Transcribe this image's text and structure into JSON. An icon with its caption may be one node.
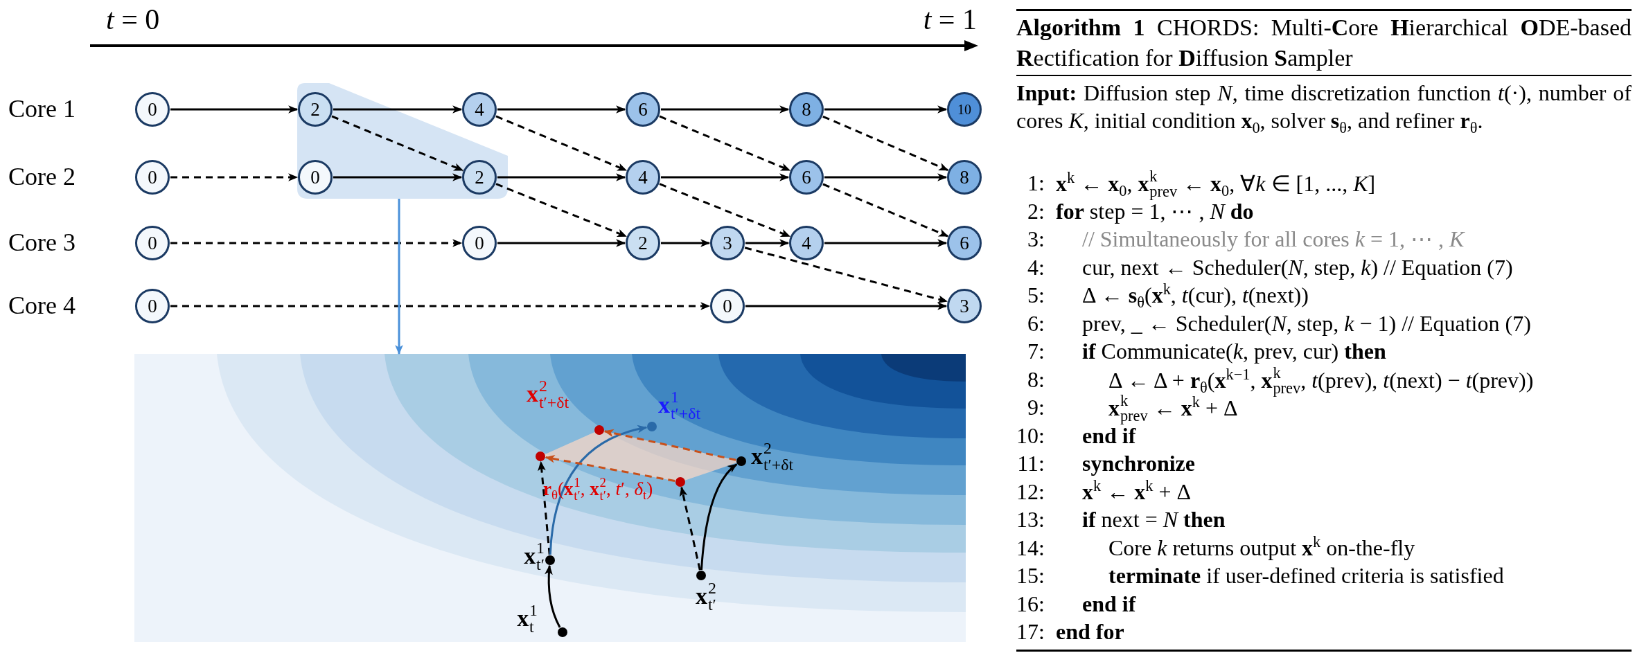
{
  "diagram": {
    "title": "**Algorithm 1** CHORDS: Multi-**C**ore **H**ierarchical **O**DE-based **R**ectification for **D**iffusion **S**ampler",
    "nodes": [
      {
        "text": [],
        "shape": "box"
      },
      {
        "text": [
          "0"
        ]
      },
      {
        "text": [
          "2"
        ],
        "in": 0
      },
      {
        "text": [
          "4"
        ]
      },
      {
        "text": [
          "6"
        ]
      },
      {
        "text": [
          "8"
        ]
      },
      {
        "text": [
          "10"
        ]
      },
      {
        "text": [
          "0"
        ]
      },
      {
        "text": [
          "0"
        ],
        "in": 0
      },
      {
        "text": [
          "2"
        ],
        "in": 0
      },
      {
        "text": [
          "4"
        ]
      },
      {
        "text": [
          "6"
        ]
      },
      {
        "text": [
          "8"
        ]
      },
      {
        "text": [
          "0"
        ]
      },
      {
        "text": [
          "0"
        ]
      },
      {
        "text": [
          "2"
        ]
      },
      {
        "text": [
          "3"
        ]
      },
      {
        "text": [
          "4"
        ]
      },
      {
        "text": [
          "6"
        ]
      },
      {
        "text": [
          "0"
        ]
      },
      {
        "text": [
          "0"
        ]
      },
      {
        "text": [
          "3"
        ]
      },
      {
        "text": [],
        "shape": "picture"
      },
      {
        "text": [],
        "shape": "circle",
        "in": 22,
        "beside": [
          "**x**$^{2}$$_{t′+δt}$"
        ]
      },
      {
        "text": [],
        "shape": "circle",
        "in": 22,
        "beside": [
          "**x**$^{1}$$_{t′+δt}$"
        ]
      },
      {
        "text": [],
        "shape": "circle",
        "in": 22
      },
      {
        "text": [],
        "shape": "circle",
        "in": 22,
        "beside": [
          "**x**$^{2}$$_{t′+δt}$"
        ]
      },
      {
        "text": [],
        "shape": "circle",
        "in": 22
      },
      {
        "text": [],
        "shape": "circle",
        "in": 22,
        "beside": [
          "**x**$^{1}$$_{t′}$"
        ]
      },
      {
        "text": [],
        "shape": "circle",
        "in": 22,
        "beside": [
          "**x**$^{2}$$_{t′}$"
        ]
      },
      {
        "text": [],
        "shape": "circle",
        "in": 22,
        "beside": [
          "**x**$^{1}$$_{t}$"
        ]
      }
    ],
    "edges": [
      {
        "from": 1,
        "to": 2,
        "arrow": "to"
      },
      {
        "from": 2,
        "to": 3,
        "arrow": "to"
      },
      {
        "from": 3,
        "to": 4,
        "arrow": "to"
      },
      {
        "from": 4,
        "to": 5,
        "arrow": "to"
      },
      {
        "from": 5,
        "to": 6,
        "arrow": "to"
      },
      {
        "from": 2,
        "to": 9,
        "arrow": "to",
        "style": "dashed"
      },
      {
        "from": 3,
        "to": 10,
        "arrow": "to",
        "style": "dashed"
      },
      {
        "from": 4,
        "to": 11,
        "arrow": "to",
        "style": "dashed"
      },
      {
        "from": 5,
        "to": 12,
        "arrow": "to",
        "style": "dashed"
      },
      {
        "from": 7,
        "to": 8,
        "arrow": "to",
        "style": "dashed"
      },
      {
        "from": 8,
        "to": 9,
        "arrow": "to"
      },
      {
        "from": 9,
        "to": 10,
        "arrow": "to"
      },
      {
        "from": 10,
        "to": 11,
        "arrow": "to"
      },
      {
        "from": 11,
        "to": 12,
        "arrow": "to"
      },
      {
        "from": 9,
        "to": 15,
        "arrow": "to",
        "style": "dashed"
      },
      {
        "from": 10,
        "to": 17,
        "arrow": "to",
        "style": "dashed"
      },
      {
        "from": 11,
        "to": 18,
        "arrow": "to",
        "style": "dashed"
      },
      {
        "from": 13,
        "to": 14,
        "arrow": "to",
        "style": "dashed"
      },
      {
        "from": 14,
        "to": 15,
        "arrow": "to"
      },
      {
        "from": 15,
        "to": 16,
        "arrow": "to"
      },
      {
        "from": 16,
        "to": 17,
        "arrow": "to"
      },
      {
        "from": 17,
        "to": 18,
        "arrow": "to"
      },
      {
        "from": 16,
        "to": 21,
        "arrow": "to",
        "style": "dashed"
      },
      {
        "from": 19,
        "to": 20,
        "arrow": "to",
        "style": "dashed"
      },
      {
        "from": 20,
        "to": 21,
        "arrow": "to"
      },
      {
        "from": 0,
        "to": 22,
        "arrow": "to",
        "color": "#4a90d9"
      },
      {
        "from": 30,
        "to": 28,
        "arrow": "to"
      },
      {
        "from": 28,
        "to": 25,
        "arrow": "to",
        "style": "dashed"
      },
      {
        "from": 28,
        "to": 24,
        "arrow": "to",
        "color": "#2a6aa8"
      },
      {
        "from": 29,
        "to": 26,
        "arrow": "to"
      },
      {
        "from": 29,
        "to": 27,
        "arrow": "to",
        "style": "dashed"
      },
      {
        "from": 26,
        "to": 23,
        "arrow": "to",
        "style": "dashed",
        "color": "#c8501a"
      },
      {
        "from": 27,
        "to": 25,
        "arrow": "to",
        "style": "dashed",
        "color": "#c8501a",
        "label": "**r**$_{θ}$(**x**$^{1}$$_{t′}$, **x**$^{2}$$_{t′}$, *t*′, *δ*$_{t}$)"
      }
    ],
    "labels": [
      "*t* = 0",
      "*t* = 1",
      "Core 1",
      "Core 2",
      "Core 3",
      "Core 4",
      "**Input:** Diffusion step *N*, time discretization function *t*(·), number of cores *K*, initial condition **x**$_{0}$, solver **s**$_{θ}$, and refiner **r**$_{θ}$.",
      "1:",
      "**x**$^{k}$ ← **x**$_{0}$, **x**$^{k}$$_{prev}$ ← **x**$_{0}$, ∀*k* ∈ [1, ..., *K*]",
      "2:",
      "**for** step = 1, ⋯ , *N* **do**",
      "3:",
      "// Simultaneously for all cores *k* = 1, ⋯ , *K*",
      "4:",
      "cur, next ← Scheduler(*N*, step, *k*) // Equation (7)",
      "5:",
      "Δ ← **s**$_{θ}$(**x**$^{k}$, *t*(cur), *t*(next))",
      "6:",
      "prev, _ ← Scheduler(*N*, step, *k* − 1) // Equation (7)",
      "7:",
      "**if** Communicate(*k*, prev, cur) **then**",
      "8:",
      "Δ ← Δ + **r**$_{θ}$(**x**$^{k−1}$, **x**$^{k}$$_{prev}$, *t*(prev), *t*(next) − *t*(prev))",
      "9:",
      "**x**$^{k}$$_{prev}$ ← **x**$^{k}$ + Δ",
      "10:",
      "end if",
      "11:",
      "synchronize",
      "12:",
      "**x**$^{k}$ ← **x**$^{k}$ + Δ",
      "13:",
      "**if** next = *N* **then**",
      "14:",
      "Core *k* returns output **x**$^{k}$ on-the-fly",
      "15:",
      "**terminate** if user-defined criteria is satisfied",
      "16:",
      "end if",
      "17:",
      "end for"
    ]
  }
}
